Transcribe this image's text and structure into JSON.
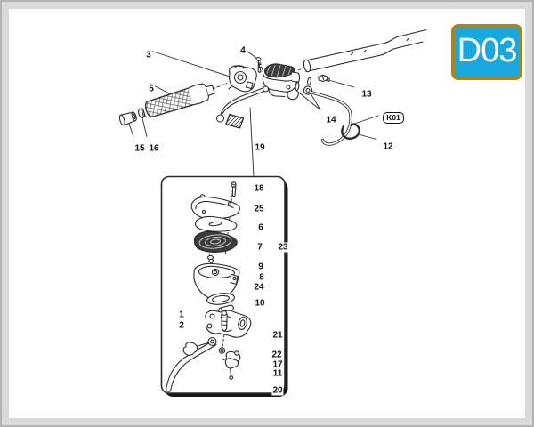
{
  "diagram": {
    "code": "D03",
    "kit_label": "K01"
  },
  "callouts": {
    "1": "1",
    "2": "2",
    "3": "3",
    "4": "4",
    "5": "5",
    "6": "6",
    "7": "7",
    "8": "8",
    "9": "9",
    "10": "10",
    "11": "11",
    "12": "12",
    "13": "13",
    "14": "14",
    "15": "15",
    "16": "16",
    "17": "17",
    "18": "18",
    "19": "19",
    "20": "20",
    "21": "21",
    "22": "22",
    "23": "23",
    "24": "24",
    "25": "25"
  },
  "colors": {
    "code_badge_background": "#1aa7de",
    "code_badge_border": "#a8851e",
    "code_badge_text": "#ffffff",
    "kit_badge_border": "#111111",
    "line_art": "#2a2a2a",
    "page_frame": "#d9d9d9"
  }
}
